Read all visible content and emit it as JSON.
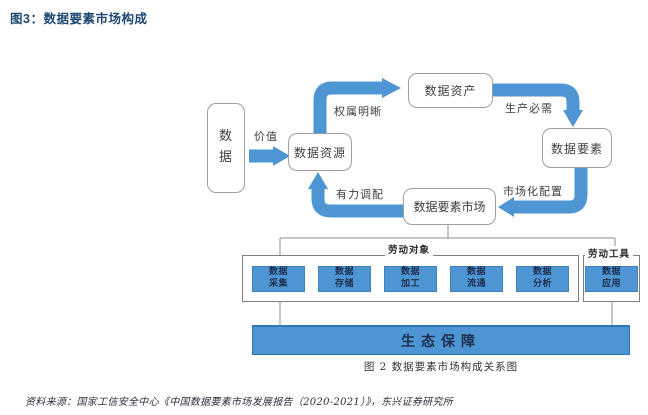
{
  "page": {
    "title": "图3：数据要素市场构成",
    "source_note": "资料来源：国家工信安全中心《中国数据要素市场发展报告（2020-2021）》，东兴证券研究所"
  },
  "diagram": {
    "caption": "图 2 数据要素市场构成关系图",
    "nodes": {
      "data": "数据",
      "data_resource": "数据资源",
      "data_asset": "数据资产",
      "data_element": "数据要素",
      "data_element_market": "数据要素市场"
    },
    "edges": {
      "value": "价值",
      "clear_ownership": "权属明晰",
      "production_necessity": "生产必需",
      "market_allocation": "市场化配置",
      "effective_allocation": "有力调配"
    },
    "groups": {
      "labor_object": "劳动对象",
      "labor_tool": "劳动工具"
    },
    "process_boxes": [
      [
        "数据",
        "采集"
      ],
      [
        "数据",
        "存储"
      ],
      [
        "数据",
        "加工"
      ],
      [
        "数据",
        "流通"
      ],
      [
        "数据",
        "分析"
      ]
    ],
    "tool_boxes": [
      [
        "数据",
        "应用"
      ]
    ],
    "eco_bar": "生态保障",
    "colors": {
      "arrow_blue": "#4E96D3",
      "bar_edge": "#2E75B6",
      "title_navy": "#1F4873",
      "connector_gray": "#8c8c8c"
    }
  }
}
